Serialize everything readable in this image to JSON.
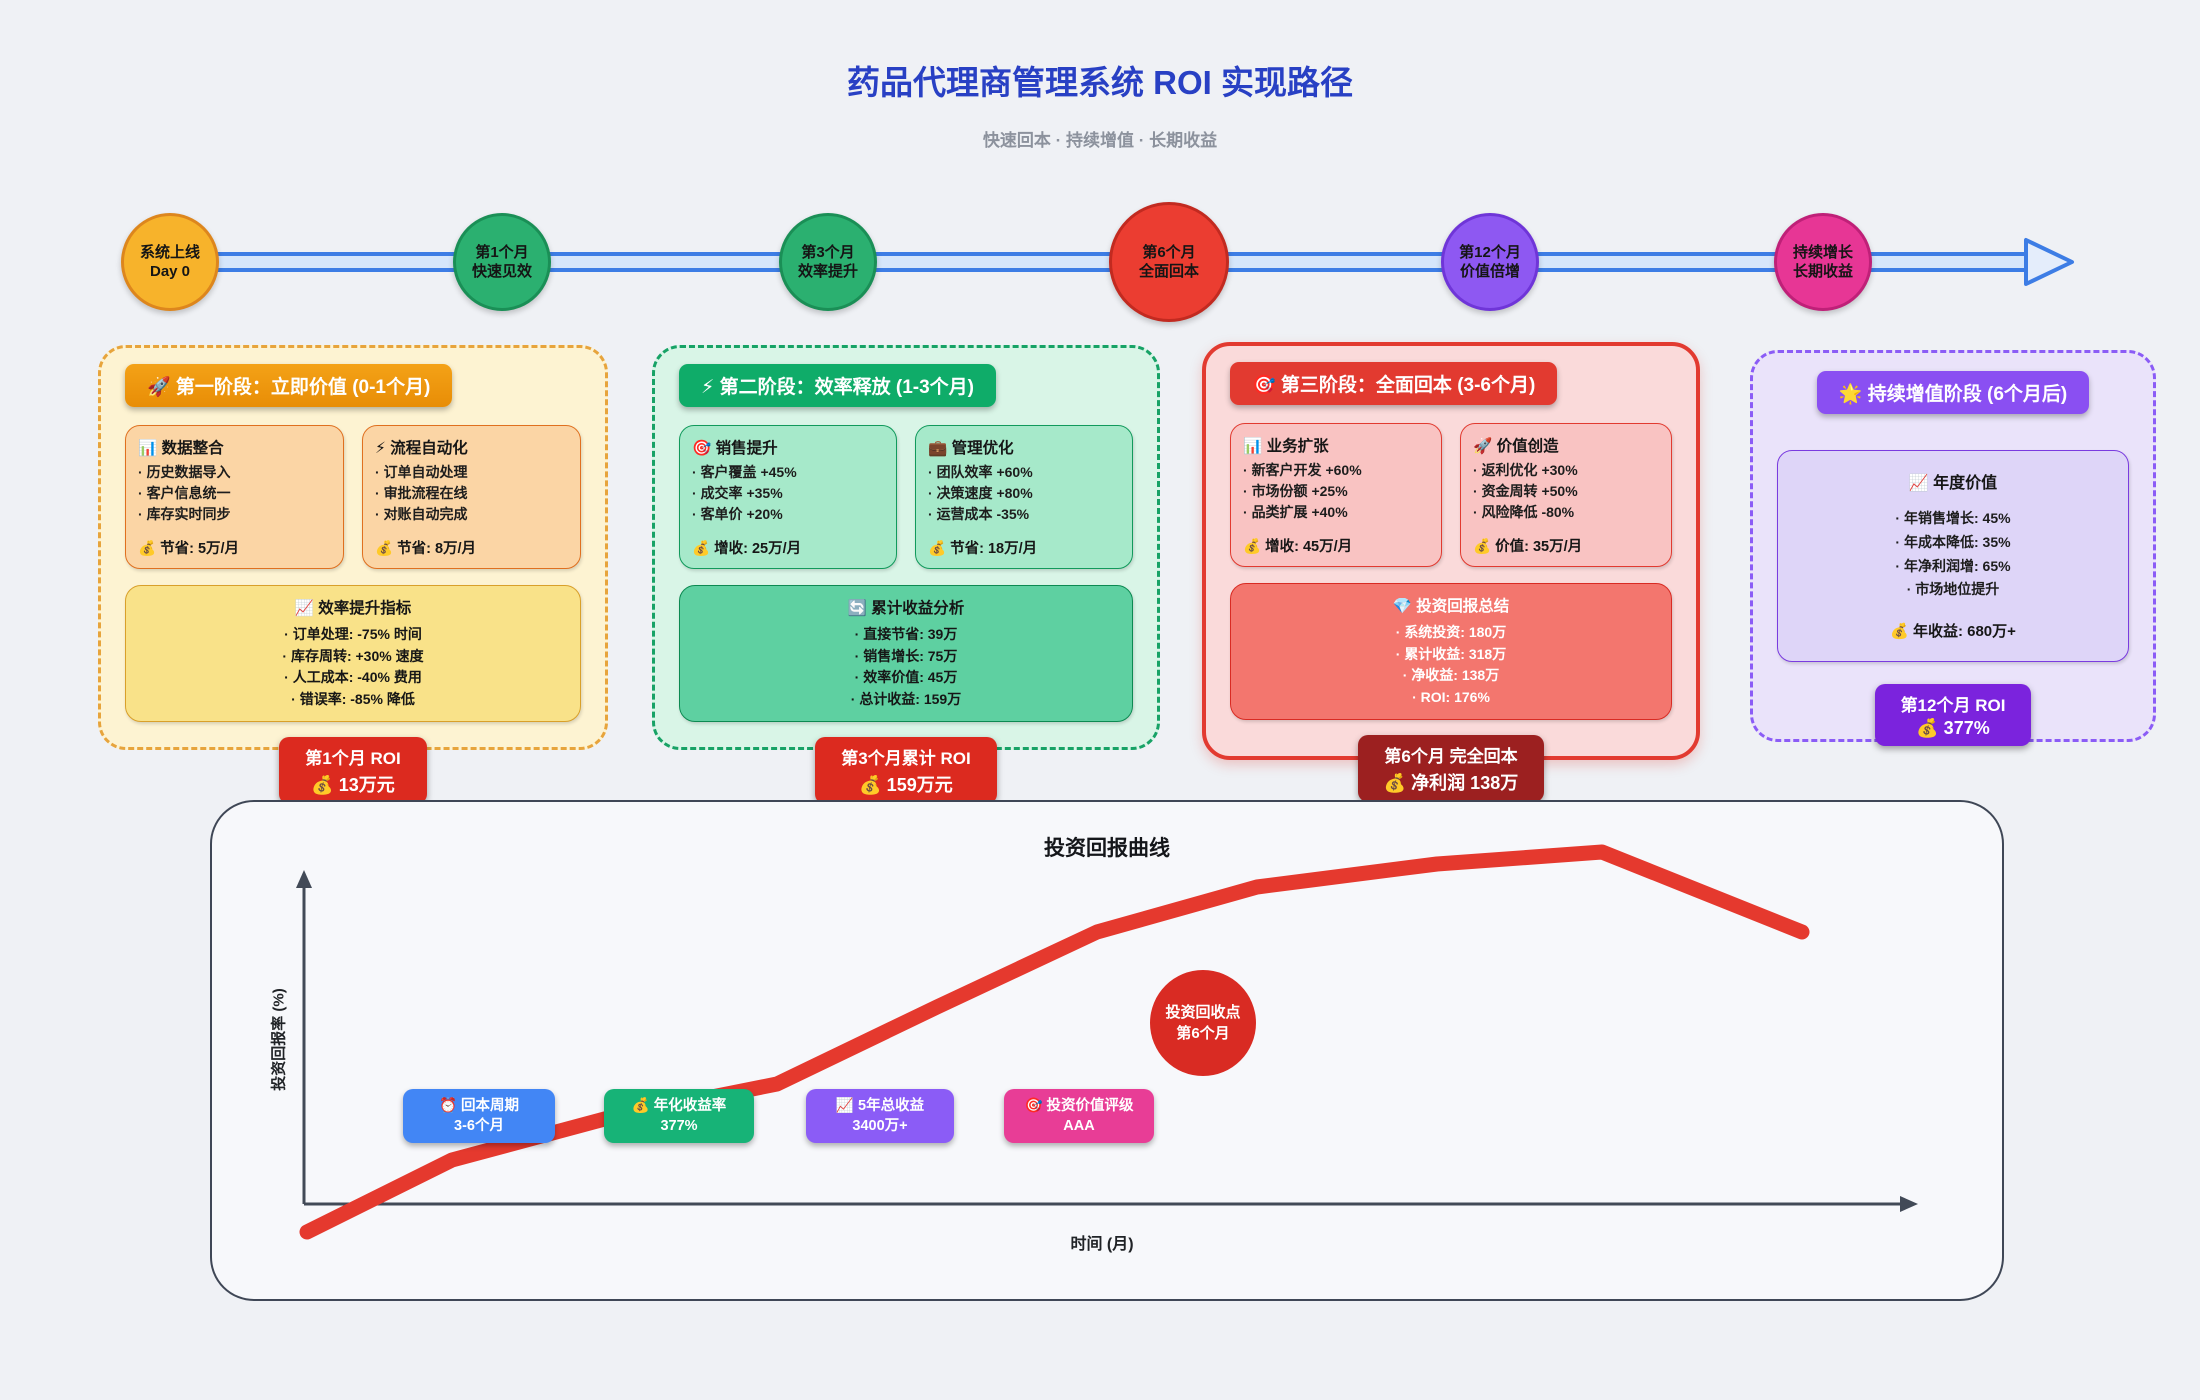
{
  "page": {
    "title": "药品代理商管理系统 ROI 实现路径",
    "subtitle": "快速回本 · 持续增值 · 长期收益",
    "background_color": "#eff1f5",
    "title_color": "#2840c4"
  },
  "timeline": {
    "line_color": "#3d7de5",
    "nodes": [
      {
        "line1": "系统上线",
        "line2": "Day 0",
        "color": "#f7b32b"
      },
      {
        "line1": "第1个月",
        "line2": "快速见效",
        "color": "#2bb070"
      },
      {
        "line1": "第3个月",
        "line2": "效率提升",
        "color": "#2bb070"
      },
      {
        "line1": "第6个月",
        "line2": "全面回本",
        "color": "#eb3d31"
      },
      {
        "line1": "第12个月",
        "line2": "价值倍增",
        "color": "#8e58f2"
      },
      {
        "line1": "持续增长",
        "line2": "长期收益",
        "color": "#e73695"
      }
    ]
  },
  "stages": [
    {
      "header": "🚀 第一阶段：立即价值 (0-1个月)",
      "accent": "#ef9712",
      "boxes": [
        {
          "title": "📊 数据整合",
          "items": [
            "历史数据导入",
            "客户信息统一",
            "库存实时同步"
          ],
          "footer": "💰 节省: 5万/月"
        },
        {
          "title": "⚡ 流程自动化",
          "items": [
            "订单自动处理",
            "审批流程在线",
            "对账自动完成"
          ],
          "footer": "💰 节省: 8万/月"
        }
      ],
      "summary": {
        "title": "📈 效率提升指标",
        "items": [
          "订单处理: -75% 时间",
          "库存周转: +30% 速度",
          "人工成本: -40% 费用",
          "错误率: -85% 降低"
        ]
      },
      "roi": {
        "line1": "第1个月 ROI",
        "line2": "💰 13万元"
      }
    },
    {
      "header": "⚡ 第二阶段：效率释放 (1-3个月)",
      "accent": "#0fac69",
      "boxes": [
        {
          "title": "🎯 销售提升",
          "items": [
            "客户覆盖 +45%",
            "成交率 +35%",
            "客单价 +20%"
          ],
          "footer": "💰 增收: 25万/月"
        },
        {
          "title": "💼 管理优化",
          "items": [
            "团队效率 +60%",
            "决策速度 +80%",
            "运营成本 -35%"
          ],
          "footer": "💰 节省: 18万/月"
        }
      ],
      "summary": {
        "title": "🔄 累计收益分析",
        "items": [
          "直接节省: 39万",
          "销售增长: 75万",
          "效率价值: 45万",
          "总计收益: 159万"
        ]
      },
      "roi": {
        "line1": "第3个月累计 ROI",
        "line2": "💰 159万元"
      }
    },
    {
      "header": "🎯 第三阶段：全面回本 (3-6个月)",
      "accent": "#e23a30",
      "boxes": [
        {
          "title": "📊 业务扩张",
          "items": [
            "新客户开发 +60%",
            "市场份额 +25%",
            "品类扩展 +40%"
          ],
          "footer": "💰 增收: 45万/月"
        },
        {
          "title": "🚀 价值创造",
          "items": [
            "返利优化 +30%",
            "资金周转 +50%",
            "风险降低 -80%"
          ],
          "footer": "💰 价值: 35万/月"
        }
      ],
      "summary": {
        "title": "💎 投资回报总结",
        "items": [
          "系统投资: 180万",
          "累计收益: 318万",
          "净收益: 138万",
          "ROI: 176%"
        ]
      },
      "roi": {
        "line1": "第6个月 完全回本",
        "line2": "💰 净利润 138万"
      }
    },
    {
      "header": "🌟 持续增值阶段 (6个月后)",
      "accent": "#8a4ff2",
      "boxes": [
        {
          "title": "📈 年度价值",
          "items": [
            "年销售增长: 45%",
            "年成本降低: 35%",
            "年净利润增: 65%",
            "市场地位提升"
          ],
          "footer": "💰 年收益: 680万+"
        }
      ],
      "roi": {
        "line1": "第12个月 ROI",
        "line2": "💰 377%"
      }
    }
  ],
  "chart": {
    "type": "line",
    "title": "投资回报曲线",
    "x_label": "时间 (月)",
    "y_label": "投资回报率 (%)",
    "curve_color": "#e5392e",
    "annotation": {
      "line1": "投资回收点",
      "line2": "第6个月",
      "color": "#d92b23"
    },
    "badges": [
      {
        "line1": "⏰ 回本周期",
        "line2": "3-6个月",
        "color": "#4286f5"
      },
      {
        "line1": "💰 年化收益率",
        "line2": "377%",
        "color": "#17b377"
      },
      {
        "line1": "📈 5年总收益",
        "line2": "3400万+",
        "color": "#8b5cf6"
      },
      {
        "line1": "🎯 投资价值评级",
        "line2": "AAA",
        "color": "#e83d96"
      }
    ],
    "curve_points": [
      [
        95,
        430
      ],
      [
        240,
        358
      ],
      [
        400,
        315
      ],
      [
        565,
        282
      ],
      [
        725,
        205
      ],
      [
        885,
        130
      ],
      [
        1045,
        85
      ],
      [
        1225,
        62
      ],
      [
        1390,
        50
      ],
      [
        1590,
        130
      ]
    ]
  }
}
